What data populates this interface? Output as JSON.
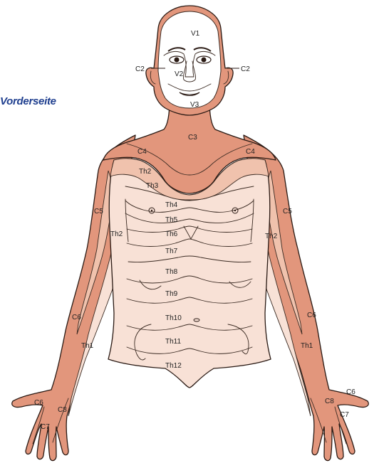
{
  "caption": "Vorderseite",
  "colors": {
    "dark_zone": "#e2967c",
    "light_zone": "#f8e1d6",
    "mid_zone": "#f0c2ad",
    "face": "#ffffff",
    "caption": "#1f3f8f",
    "outline": "#2a1a14"
  },
  "labels": {
    "V1": "V1",
    "V2": "V2",
    "V3": "V3",
    "C2_left": "C2",
    "C2_right": "C2",
    "C3": "C3",
    "C4_left": "C4",
    "C4_right": "C4",
    "C5_left": "C5",
    "C5_right": "C5",
    "C6_left_arm": "C6",
    "C6_right_arm": "C6",
    "C6_left_hand": "C6",
    "C6_right_hand": "C6",
    "C7_left": "C7",
    "C7_right": "C7",
    "C8_left": "C8",
    "C8_right": "C8",
    "Th1_left": "Th1",
    "Th1_right": "Th1",
    "Th2_upper": "Th2",
    "Th2_left": "Th2",
    "Th2_right": "Th2",
    "Th3": "Th3",
    "Th4": "Th4",
    "Th5": "Th5",
    "Th6": "Th6",
    "Th7": "Th7",
    "Th8": "Th8",
    "Th9": "Th9",
    "Th10": "Th10",
    "Th11": "Th11",
    "Th12": "Th12"
  }
}
